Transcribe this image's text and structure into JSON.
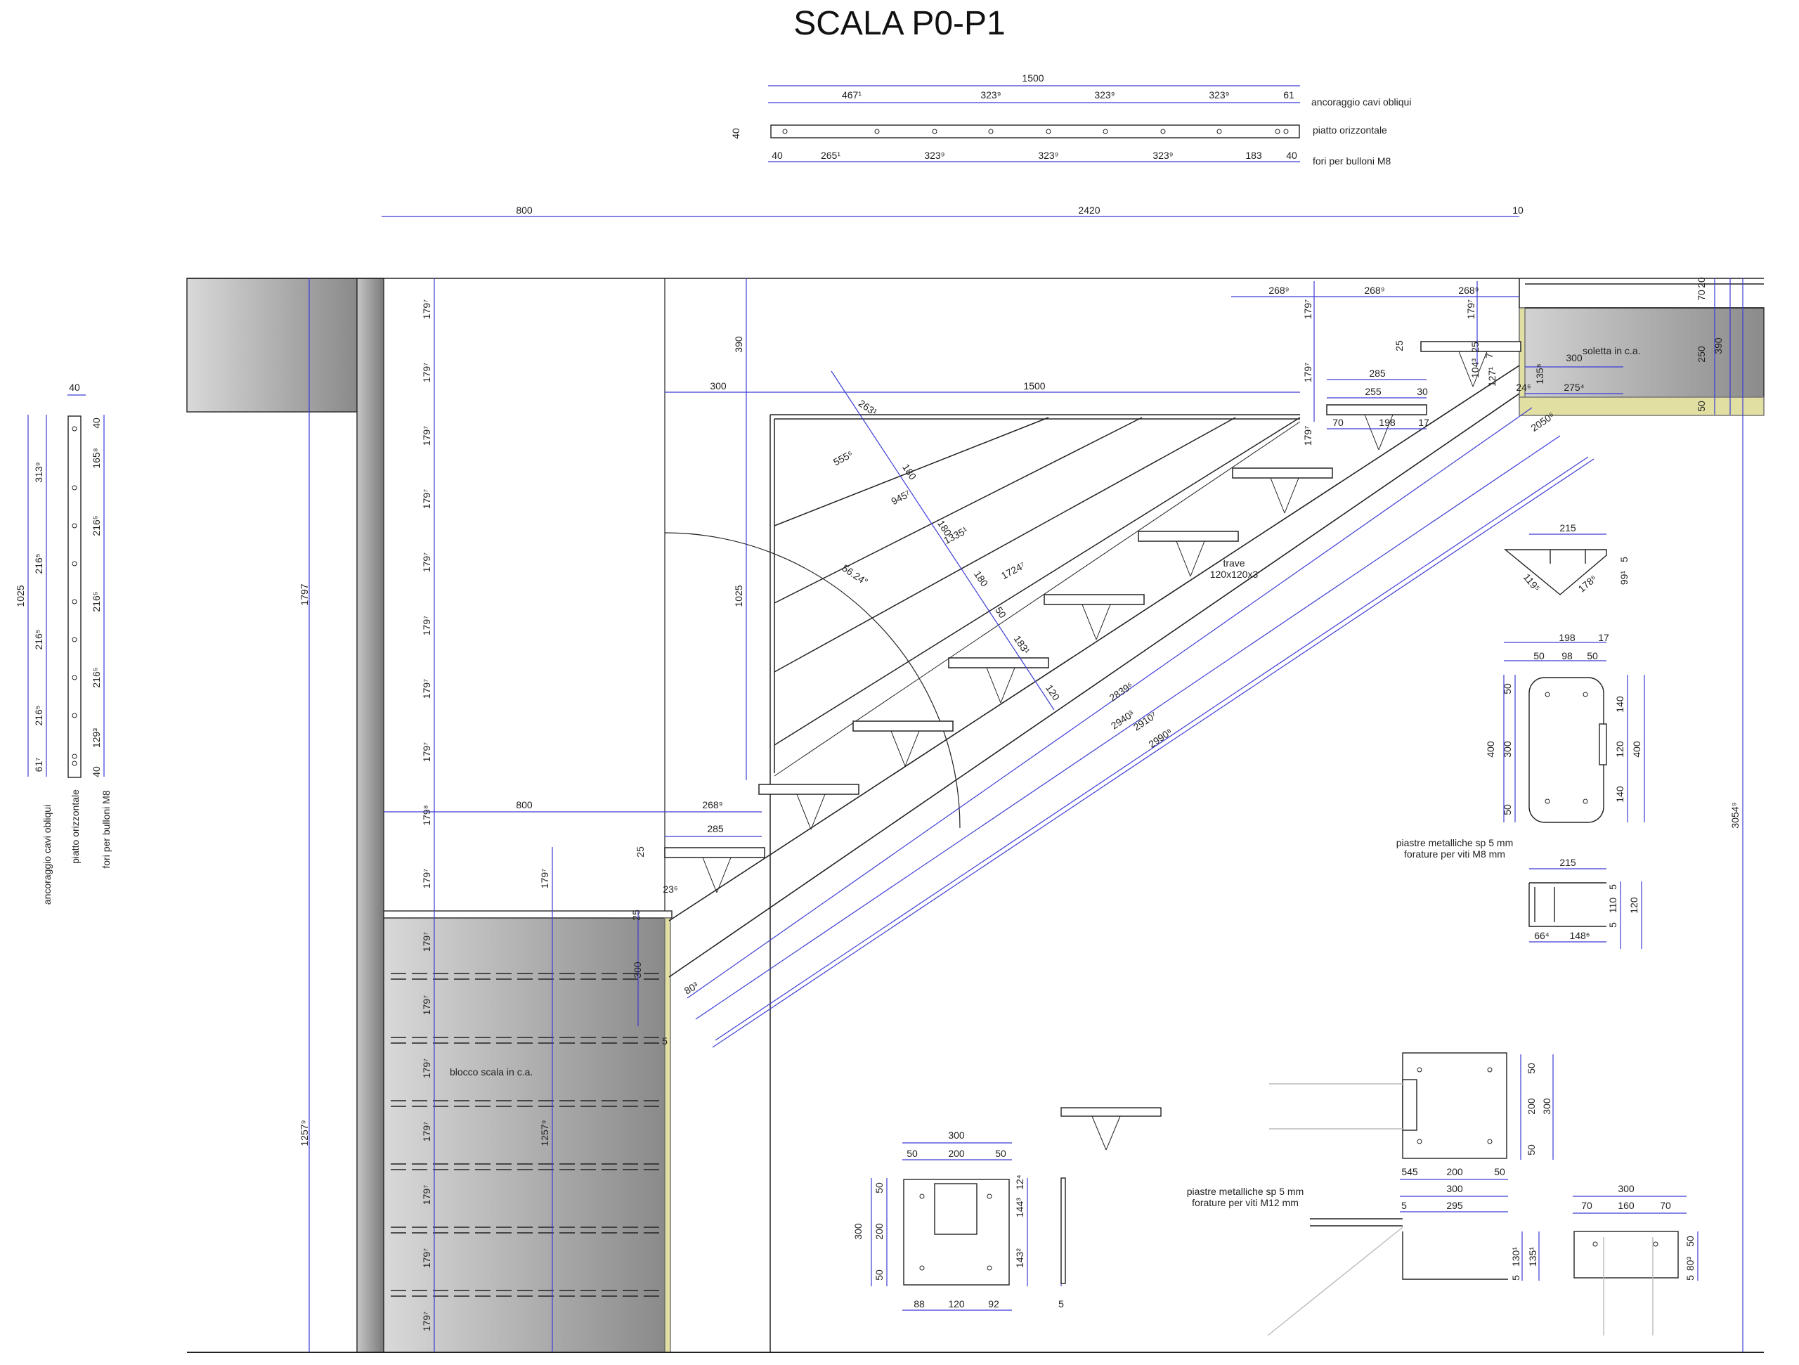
{
  "title": "SCALA P0-P1",
  "colors": {
    "dim": "#3b3bd6",
    "line": "#222222",
    "concrete_dark": "#8f8f8f",
    "concrete_light": "#d6d6d6",
    "yellow": "#e2dfa3"
  },
  "top_detail": {
    "total": "1500",
    "dims_top": [
      "467¹",
      "323⁹",
      "323⁹",
      "323⁹",
      "61"
    ],
    "dims_bottom": [
      "40",
      "265¹",
      "323⁹",
      "323⁹",
      "323⁹",
      "183",
      "40"
    ],
    "height": "40",
    "labels": [
      "ancoraggio cavi obliqui",
      "piatto orizzontale",
      "fori per bulloni M8"
    ]
  },
  "plan_dims": [
    "800",
    "2420",
    "10"
  ],
  "left_detail": {
    "width": "40",
    "total": "1025",
    "dims_a": [
      "313⁹",
      "216⁵",
      "216⁵",
      "216⁵",
      "61⁷"
    ],
    "dims_b": [
      "40",
      "165⁸",
      "216⁵",
      "216⁵",
      "216⁵",
      "129³",
      "40"
    ],
    "labels": [
      "ancoraggio cavi obliqui",
      "piatto orizzontale",
      "fori per bulloni M8"
    ]
  },
  "elevation": {
    "heights_1797": "1797",
    "heights_1257": "1257⁹",
    "riser": "179⁷",
    "riser_alt": "179⁸",
    "total_height": "3054⁹",
    "top_dims": [
      "268⁹",
      "268⁹",
      "268⁹"
    ],
    "dim_300": "300",
    "dim_1500": "1500",
    "dim_390": "390",
    "dim_1025": "1025",
    "dim_800": "800",
    "tread_285": "285",
    "tread_255": "255",
    "tread_30": "30",
    "tread_70": "70",
    "tread_198": "198",
    "tread_17": "17",
    "dim_25": "25",
    "dim_23": "23⁶",
    "dim_300_low": "300",
    "dim_80": "80³",
    "dim_5": "5",
    "angle": "56.24°",
    "cable_dims": [
      "263¹",
      "555⁶",
      "945⁷",
      "1335¹",
      "1724⁷",
      "180",
      "180",
      "180",
      "50",
      "183¹",
      "120"
    ],
    "beam_dims": [
      "2839⁶",
      "2940³",
      "2910⁷",
      "2990⁸",
      "2050⁶"
    ],
    "beam_label": "trave",
    "beam_spec": "120x120x3",
    "slab_label": "soletta in c.a.",
    "slab_dims": [
      "300",
      "275⁴",
      "24⁶",
      "135⁸",
      "127¹",
      "104³",
      "25",
      "7"
    ],
    "slab_right": [
      "70",
      "20",
      "250",
      "390",
      "50"
    ],
    "block_label": "blocco scala in c.a."
  },
  "plate_m8": {
    "triangle_dims": [
      "215",
      "119⁵",
      "178⁶",
      "99¹",
      "5"
    ],
    "front_dims": [
      "198",
      "17",
      "50",
      "98",
      "50"
    ],
    "front_vert": [
      "400",
      "300",
      "50",
      "50",
      "140",
      "120",
      "140",
      "400"
    ],
    "label1": "piastre metalliche sp 5 mm",
    "label2": "forature per viti M8 mm",
    "side_dims": [
      "215",
      "5",
      "110",
      "5",
      "120",
      "66⁴",
      "148⁶"
    ]
  },
  "plate_m12": {
    "label1": "piastre metalliche sp 5 mm",
    "label2": "forature per viti M12 mm",
    "a_dims": [
      "300",
      "50",
      "200",
      "50",
      "300",
      "50",
      "200",
      "50",
      "88",
      "120",
      "92"
    ],
    "a_side": [
      "12⁴",
      "144³",
      "143²",
      "5"
    ],
    "b_dims": [
      "545",
      "200",
      "50",
      "50",
      "200",
      "50",
      "300"
    ],
    "c_dims": [
      "300",
      "5",
      "295",
      "130¹",
      "135¹",
      "5"
    ],
    "d_dims": [
      "300",
      "70",
      "160",
      "70",
      "50",
      "5",
      "80³"
    ]
  }
}
